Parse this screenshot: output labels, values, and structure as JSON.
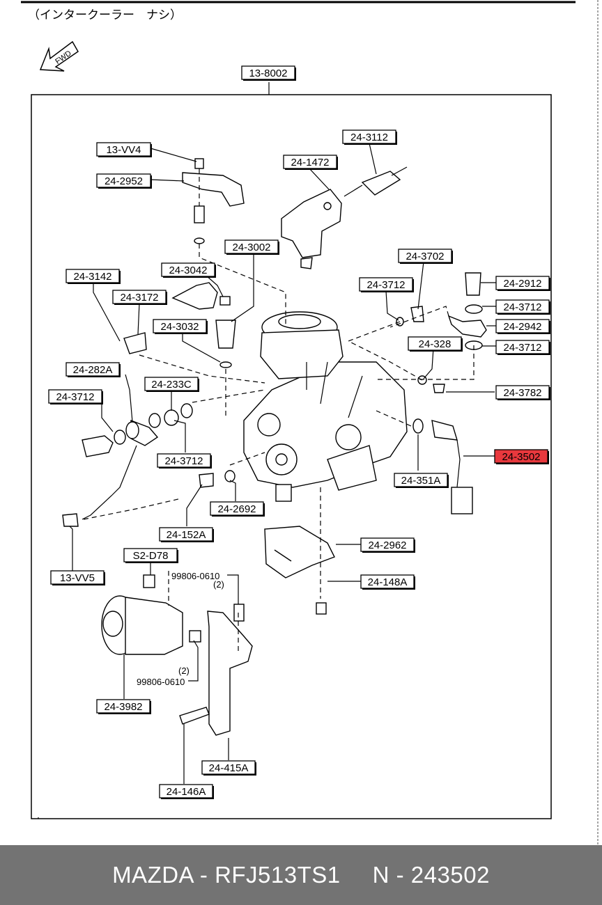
{
  "header": {
    "note": "（インタークーラー　ナシ）"
  },
  "fwd_label": "FWD",
  "labels": {
    "l13_8002": "13-8002",
    "l13_VV4": "13-VV4",
    "l24_2952": "24-2952",
    "l24_1472": "24-1472",
    "l24_3112": "24-3112",
    "l24_3002": "24-3002",
    "l24_3042": "24-3042",
    "l24_3142": "24-3142",
    "l24_3172": "24-3172",
    "l24_3032": "24-3032",
    "l24_3702": "24-3702",
    "l24_3712_a": "24-3712",
    "l24_2912": "24-2912",
    "l24_3712_b": "24-3712",
    "l24_2942": "24-2942",
    "l24_328": "24-328",
    "l24_3712_c": "24-3712",
    "l24_282A": "24-282A",
    "l24_233C": "24-233C",
    "l24_3712_d": "24-3712",
    "l24_3782": "24-3782",
    "l24_3502": "24-3502",
    "l24_3712_e": "24-3712",
    "l24_351A": "24-351A",
    "l24_2692": "24-2692",
    "l24_152A": "24-152A",
    "l24_2962": "24-2962",
    "l13_VV5": "13-VV5",
    "lS2_D78": "S2-D78",
    "l24_148A": "24-148A",
    "l24_3982": "24-3982",
    "l24_415A": "24-415A",
    "l24_146A": "24-146A"
  },
  "bolt_notes": {
    "qty_top": "(2)",
    "part_top": "99806-0610",
    "qty_bottom": "(2)",
    "part_bottom": "99806-0610"
  },
  "highlight_color": "#e8383d",
  "footer": {
    "brand_part": "MAZDA - RFJ513TS1",
    "number": "N - 243502"
  }
}
